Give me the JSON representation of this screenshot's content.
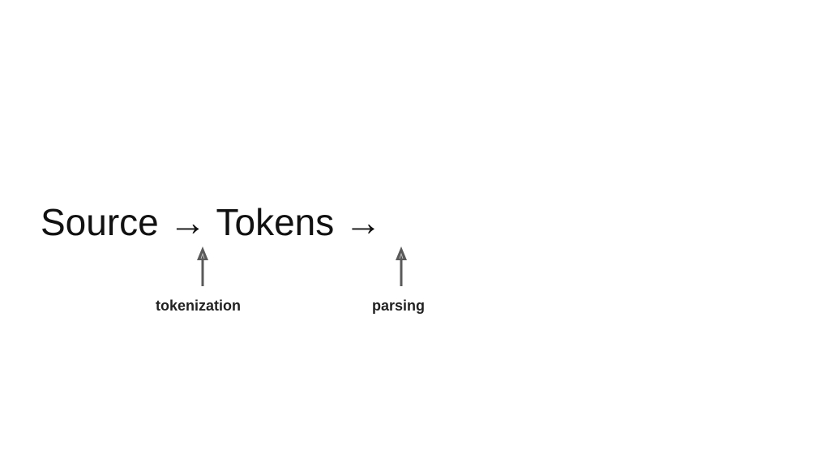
{
  "diagram": {
    "parts": [
      "Source",
      "→",
      "Tokens",
      "→"
    ],
    "annotations": [
      {
        "label": "tokenization"
      },
      {
        "label": "parsing"
      }
    ]
  },
  "colors": {
    "text": "#111111",
    "arrow_stroke": "#5a5a5a",
    "background": "#ffffff"
  },
  "icons": [
    "up-arrow-icon",
    "up-arrow-icon"
  ]
}
